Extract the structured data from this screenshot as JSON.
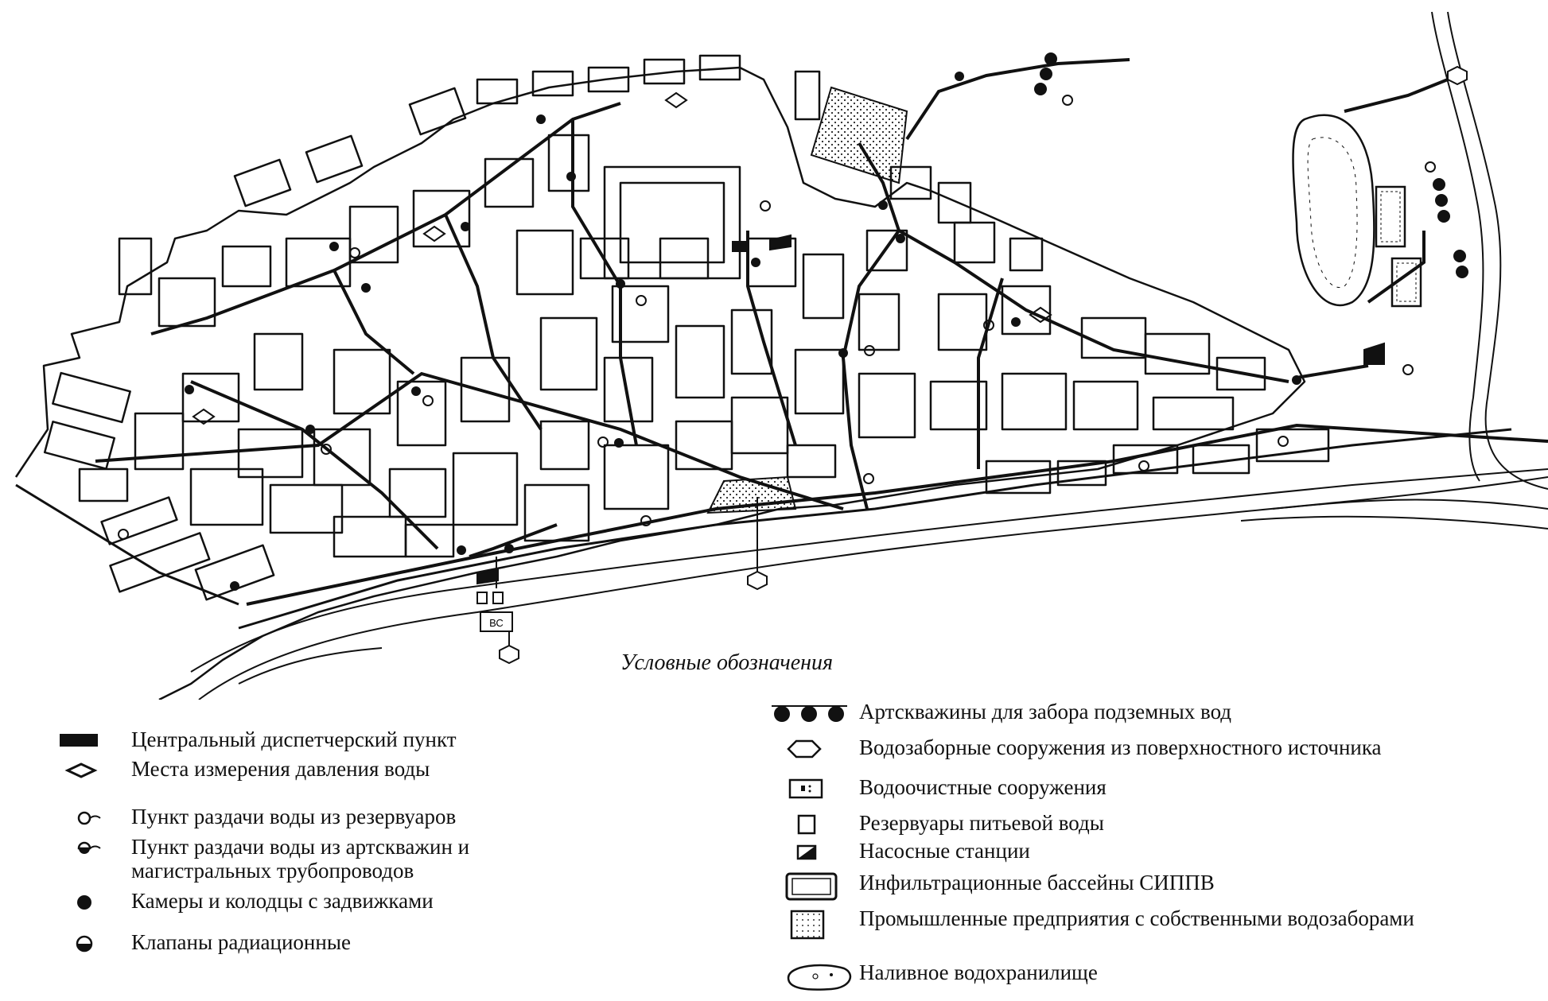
{
  "map": {
    "caption": "Условные обозначения",
    "labels": {
      "treatment_plant": "ВС"
    }
  },
  "legend": {
    "left": [
      {
        "icon": "central-dispatch-icon",
        "label": "Центральный диспетчерский пункт"
      },
      {
        "icon": "pressure-point-icon",
        "label": "Места измерения давления воды"
      },
      {
        "icon": "reservoir-distribution-icon",
        "label": "Пункт раздачи воды из резервуаров"
      },
      {
        "icon": "well-distribution-icon",
        "label": "Пункт раздачи воды из артскважин и магистральных трубопроводов"
      },
      {
        "icon": "valve-chamber-icon",
        "label": "Камеры и колодцы с задвижками"
      },
      {
        "icon": "radiation-valve-icon",
        "label": "Клапаны радиационные"
      }
    ],
    "right": [
      {
        "icon": "artesian-wells-icon",
        "label": "Артскважины для забора подземных вод"
      },
      {
        "icon": "surface-intake-icon",
        "label": "Водозаборные сооружения из поверхностного источника"
      },
      {
        "icon": "treatment-plant-icon",
        "label": "Водоочистные сооружения"
      },
      {
        "icon": "drinking-reservoir-icon",
        "label": "Резервуары питьевой воды"
      },
      {
        "icon": "pump-station-icon",
        "label": "Насосные станции"
      },
      {
        "icon": "infiltration-basin-icon",
        "label": "Инфильтрационные бассейны СИППВ"
      },
      {
        "icon": "industrial-intake-icon",
        "label": "Промышленные предприятия с собственными водозаборами"
      },
      {
        "icon": "storage-reservoir-icon",
        "label": "Наливное водохранилище"
      }
    ]
  }
}
